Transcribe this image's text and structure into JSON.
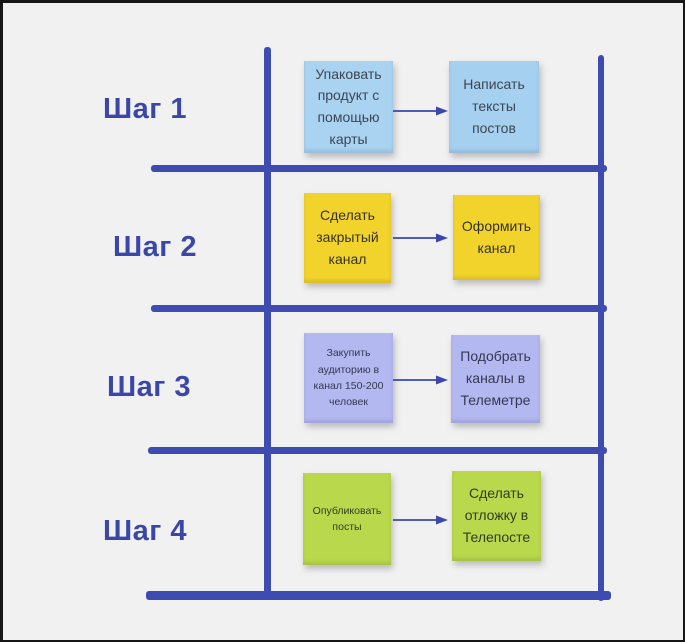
{
  "board": {
    "background": "#f1f1f2",
    "line_color": "#3e4bb0",
    "label_color": "#3a47a6",
    "arrow_color": "#3a47ad"
  },
  "rows": [
    {
      "label": "Шаг 1",
      "left_note": {
        "text": "Упаковать продукт с помощью карты",
        "color": "#a9d3f1",
        "text_color": "#3c4654"
      },
      "right_note": {
        "text": "Написать тексты постов",
        "color": "#a5d0f0",
        "text_color": "#3c4654"
      }
    },
    {
      "label": "Шаг 2",
      "left_note": {
        "text": "Сделать закрытый канал",
        "color": "#f2d32b",
        "text_color": "#35322a"
      },
      "right_note": {
        "text": "Оформить канал",
        "color": "#f2d32b",
        "text_color": "#35322a"
      }
    },
    {
      "label": "Шаг 3",
      "left_note": {
        "text": "Закупить аудиторию в канал 150-200 человек",
        "color": "#b4b8f1",
        "text_color": "#333850"
      },
      "right_note": {
        "text": "Подобрать каналы в Телеметре",
        "color": "#b4b8f1",
        "text_color": "#333850"
      }
    },
    {
      "label": "Шаг 4",
      "left_note": {
        "text": "Опубликовать посты",
        "color": "#b9d84b",
        "text_color": "#343b24"
      },
      "right_note": {
        "text": "Сделать отложку в Телепосте",
        "color": "#b9d84b",
        "text_color": "#343b24"
      }
    }
  ]
}
